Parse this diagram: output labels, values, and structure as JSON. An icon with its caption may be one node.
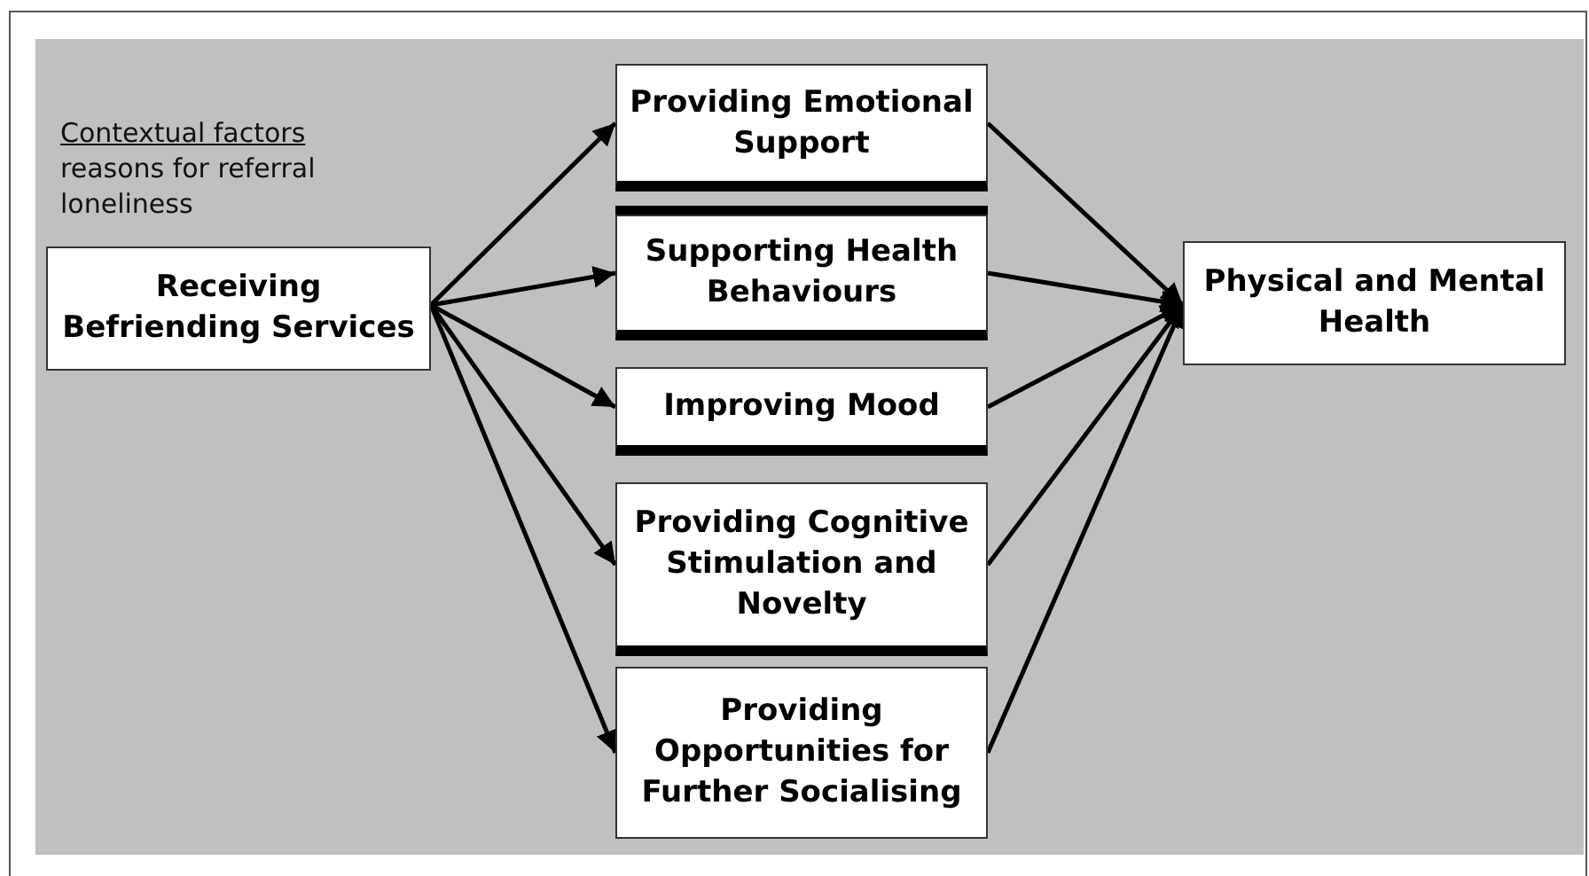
{
  "diagram": {
    "nodes": [
      {
        "text": [
          "Receiving Befriending Services"
        ]
      },
      {
        "text": [
          "Providing Emotional Support"
        ]
      },
      {
        "text": [
          "Supporting Health Behaviours"
        ]
      },
      {
        "text": [
          "Improving Mood"
        ]
      },
      {
        "text": [
          "Providing Cognitive Stimulation and Novelty"
        ]
      },
      {
        "text": [
          "Providing Opportunities for Further Socialising"
        ]
      },
      {
        "text": [
          "Physical and Mental Health"
        ]
      }
    ],
    "edges": [
      {
        "from": 0,
        "to": 1,
        "arrow": "to"
      },
      {
        "from": 0,
        "to": 2,
        "arrow": "to"
      },
      {
        "from": 0,
        "to": 3,
        "arrow": "to"
      },
      {
        "from": 0,
        "to": 4,
        "arrow": "to"
      },
      {
        "from": 0,
        "to": 5,
        "arrow": "to"
      },
      {
        "from": 1,
        "to": 6,
        "arrow": "to"
      },
      {
        "from": 2,
        "to": 6,
        "arrow": "to"
      },
      {
        "from": 3,
        "to": 6,
        "arrow": "to"
      },
      {
        "from": 4,
        "to": 6,
        "arrow": "to"
      },
      {
        "from": 5,
        "to": 6,
        "arrow": "to"
      }
    ],
    "labels": [
      "Contextual factors",
      "reasons for referral",
      "loneliness"
    ]
  }
}
